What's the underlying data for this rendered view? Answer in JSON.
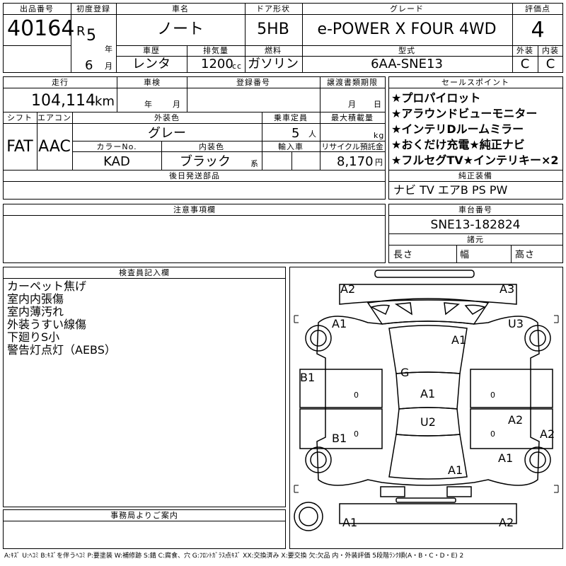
{
  "header": {
    "lot_label": "出品番号",
    "lot_number": "40164",
    "first_reg_label": "初度登録",
    "era_letter": "R",
    "era_year": "5",
    "year_label": "年",
    "month_value": "6",
    "month_label": "月",
    "car_name_label": "車名",
    "car_name": "ノート",
    "door_label": "ドア形状",
    "door_value": "5HB",
    "grade_label": "グレード",
    "grade_value": "e-POWER X FOUR 4WD",
    "score_label": "評価点",
    "score_value": "4",
    "history_label": "車歴",
    "history_value": "レンタ",
    "displacement_label": "排気量",
    "displacement_value": "1200",
    "displacement_unit": "cc",
    "fuel_label": "燃料",
    "fuel_value": "ガソリン",
    "model_label": "型式",
    "model_value": "6AA-SNE13",
    "exterior_label": "外装",
    "exterior_value": "C",
    "interior_label": "内装",
    "interior_value": "C"
  },
  "row2": {
    "mileage_label": "走行",
    "mileage_value": "104,114",
    "mileage_unit": "km",
    "inspection_label": "車検",
    "insp_year_label": "年",
    "insp_month_label": "月",
    "reg_label": "登録番号",
    "transfer_label": "譲渡書類期限",
    "transfer_month_label": "月",
    "transfer_day_label": "日",
    "shift_label": "シフト",
    "shift_value": "FAT",
    "ac_label": "エアコン",
    "ac_value": "AAC",
    "color_label": "外装色",
    "color_value": "グレー",
    "capacity_label": "乗車定員",
    "capacity_value": "5",
    "capacity_unit": "人",
    "load_label": "最大積載量",
    "load_unit": "kg",
    "color_no_label": "カラーNo.",
    "color_no_value": "KAD",
    "interior_color_label": "内装色",
    "interior_color_value": "ブラック",
    "interior_color_suffix": "系",
    "import_label": "輸入車",
    "recycle_label": "リサイクル預託金",
    "recycle_value": "8,170",
    "recycle_unit": "円",
    "later_parts_label": "後日発送部品"
  },
  "sales_points": {
    "label": "セールスポイント",
    "items": [
      "★プロパイロット",
      "★アラウンドビューモニター",
      "★インテリDルームミラー",
      "★おくだけ充電★純正ナビ",
      "★フルセグTV★インテリキー×2"
    ]
  },
  "equipment": {
    "label": "純正装備",
    "value": "ナビ TV エアB PS PW"
  },
  "notes": {
    "label": "注意事項欄"
  },
  "chassis": {
    "label": "車台番号",
    "value": "SNE13-182824"
  },
  "dims": {
    "label": "諸元",
    "length_label": "長さ",
    "width_label": "幅",
    "height_label": "高さ"
  },
  "inspector": {
    "label": "検査員記入欄",
    "lines": [
      "カーペット焦げ",
      "室内内張傷",
      "室内薄汚れ",
      "外装うすい線傷",
      "下廻りS小",
      "警告灯点灯（AEBS）"
    ]
  },
  "office": {
    "label": "事務局よりご案内"
  },
  "diagram": {
    "marks": [
      "A2",
      "A3",
      "A1",
      "U3",
      "A1",
      "B1",
      "G",
      "A1",
      "A2",
      "U2",
      "B1",
      "A2",
      "A1",
      "A1",
      "A1",
      "A2"
    ],
    "zeros": [
      "0",
      "0",
      "0",
      "0"
    ]
  },
  "legend": "A:ｷｽﾞ U:ﾍｺﾐ B:ｷｽﾞを伴うﾍｺﾐ P:要塗装 W:補修跡 S:錆 C:腐食、穴 G:ﾌﾛﾝﾄｶﾞﾗｽ点ｷｽﾞ XX:交換済み X:要交換 欠:欠品 内・外装評価 5段階ﾗﾝｸ順(A・B・C・D・E) 2"
}
